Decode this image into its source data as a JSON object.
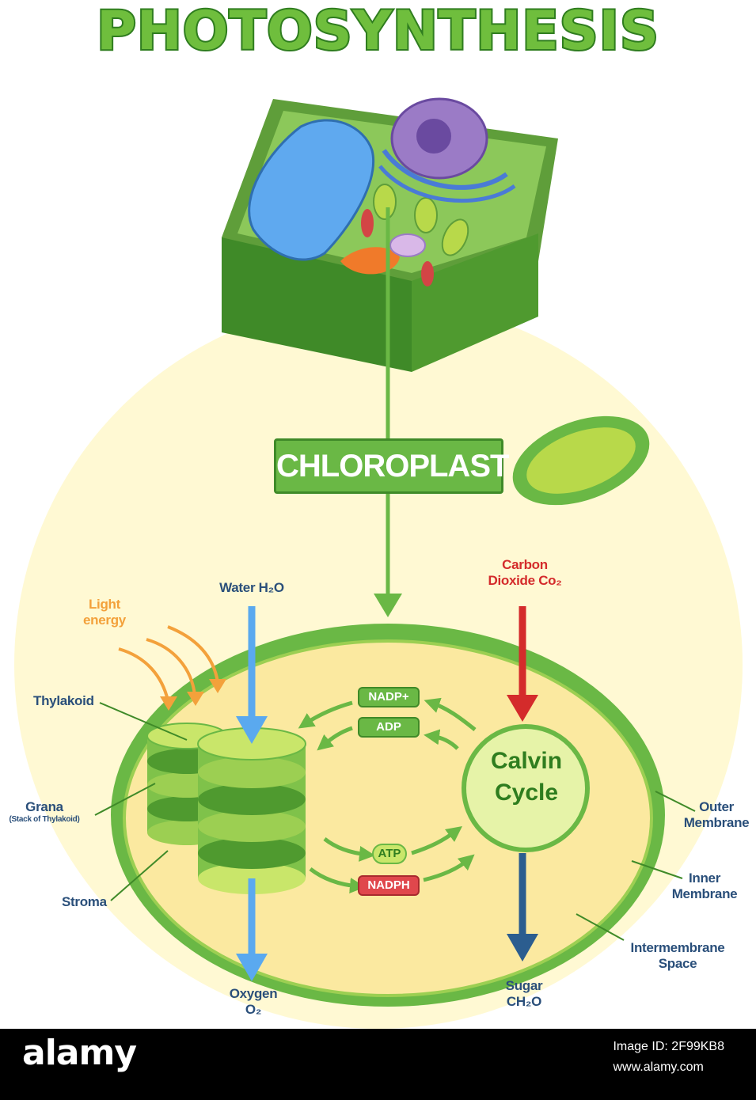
{
  "title": "PHOTOSYNTHESIS",
  "chloroplast_label": "CHLOROPLAST",
  "inputs": {
    "light": [
      "Light",
      "energy"
    ],
    "water": "Water H₂O",
    "carbon": [
      "Carbon",
      "Dioxide  Co₂"
    ]
  },
  "structures": {
    "thylakoid": "Thylakoid",
    "grana": "Grana",
    "grana_sub": "(Stack of Thylakoid)",
    "stroma": "Stroma",
    "outer": [
      "Outer",
      "Membrane"
    ],
    "inner": [
      "Inner",
      "Membrane"
    ],
    "intermembrane": [
      "Intermembrane",
      "Space"
    ]
  },
  "molecules": {
    "nadp": "NADP+",
    "adp": "ADP",
    "atp": "ATP",
    "nadph": "NADPH"
  },
  "calvin": [
    "Calvin",
    "Cycle"
  ],
  "outputs": {
    "oxygen": [
      "Oxygen",
      "O₂"
    ],
    "sugar": [
      "Sugar",
      "CH₂O"
    ]
  },
  "footer": {
    "logo": "alamy",
    "image_id": "Image ID: 2F99KB8",
    "site": "www.alamy.com"
  },
  "colors": {
    "green_dark": "#3f8a28",
    "green": "#6ab845",
    "lime": "#c9e66a",
    "cream": "#fffbd5",
    "blue_arrow": "#5aa9ef",
    "red_arrow": "#d42b2b",
    "navy_arrow": "#2b5d8f",
    "label_blue": "#2a4f7a",
    "orange": "#f3a13b"
  }
}
